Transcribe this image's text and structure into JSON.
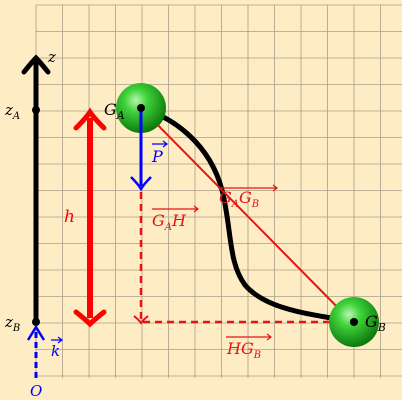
{
  "diagram": {
    "colors": {
      "background": "#fdecc4",
      "grid": "#a9a08a",
      "axis": "#000000",
      "height_arrow": "#ff0000",
      "vectors": "#0000ff",
      "red_vectors": "#e51414",
      "ball": "#22b422"
    },
    "axis": {
      "z_label": "z",
      "origin_label": "O",
      "zA_label": "z",
      "zA_sub": "A",
      "zB_label": "z",
      "zB_sub": "B",
      "k_label": "k"
    },
    "ball_A": {
      "label": "G",
      "sub": "A"
    },
    "ball_B": {
      "label": "G",
      "sub": "B"
    },
    "height": {
      "label": "h"
    },
    "weight": {
      "label": "P"
    },
    "vec_GAH": {
      "label": "G",
      "sub": "A",
      "tail": "H"
    },
    "vec_GAGB": {
      "label": "G",
      "sub": "A",
      "mid": "G",
      "sub2": "B"
    },
    "vec_HGB": {
      "label": "HG",
      "sub": "B"
    }
  }
}
